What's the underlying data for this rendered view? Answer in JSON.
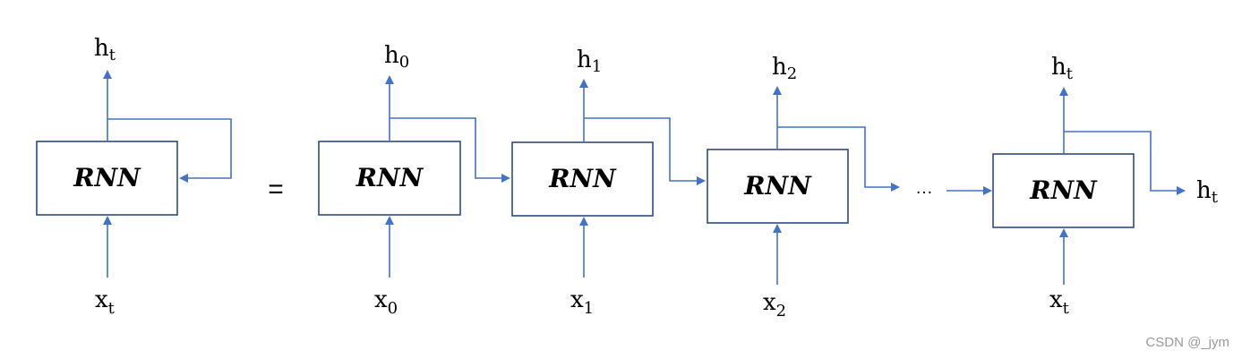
{
  "diagram": {
    "cell_label": "RNN",
    "equals": "=",
    "ellipsis": "…",
    "folded": {
      "input": {
        "base": "x",
        "sub": "t"
      },
      "output": {
        "base": "h",
        "sub": "t"
      }
    },
    "unrolled": [
      {
        "input": {
          "base": "x",
          "sub": "0"
        },
        "output": {
          "base": "h",
          "sub": "0"
        }
      },
      {
        "input": {
          "base": "x",
          "sub": "1"
        },
        "output": {
          "base": "h",
          "sub": "1"
        }
      },
      {
        "input": {
          "base": "x",
          "sub": "2"
        },
        "output": {
          "base": "h",
          "sub": "2"
        }
      },
      {
        "input": {
          "base": "x",
          "sub": "t"
        },
        "output": {
          "base": "h",
          "sub": "t"
        }
      }
    ],
    "final_output": {
      "base": "h",
      "sub": "t"
    }
  },
  "watermark": "CSDN @_jym",
  "colors": {
    "arrow": "#4472c4",
    "box_border": "#2f4b7c"
  }
}
